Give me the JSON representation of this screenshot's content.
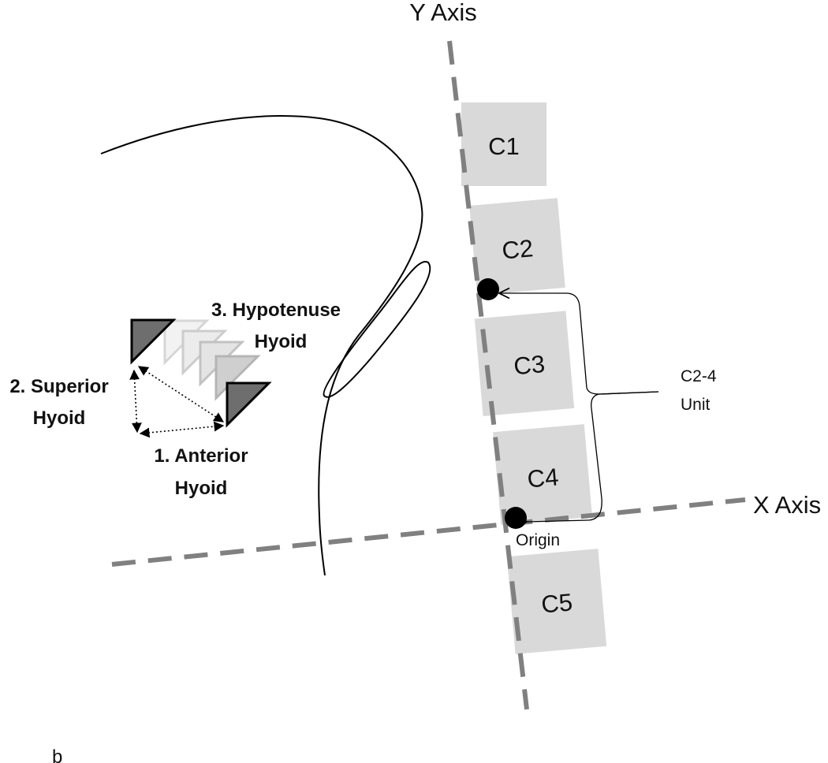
{
  "labels": {
    "y_axis": "Y Axis",
    "x_axis": "X Axis",
    "origin": "Origin",
    "unit_line1": "C2-4",
    "unit_line2": "Unit",
    "hypotenuse_line1": "3. Hypotenuse",
    "hypotenuse_line2": "Hyoid",
    "superior_line1": "2. Superior",
    "superior_line2": "Hyoid",
    "anterior_line1": "1. Anterior",
    "anterior_line2": "Hyoid",
    "panel": "b"
  },
  "vertebrae": [
    "C1",
    "C2",
    "C3",
    "C4",
    "C5"
  ],
  "colors": {
    "vertebra_fill": "#d9d9d9",
    "axis_dash": "#808080",
    "outline": "#000000",
    "hyoid_dark": "#6e6e6e"
  }
}
